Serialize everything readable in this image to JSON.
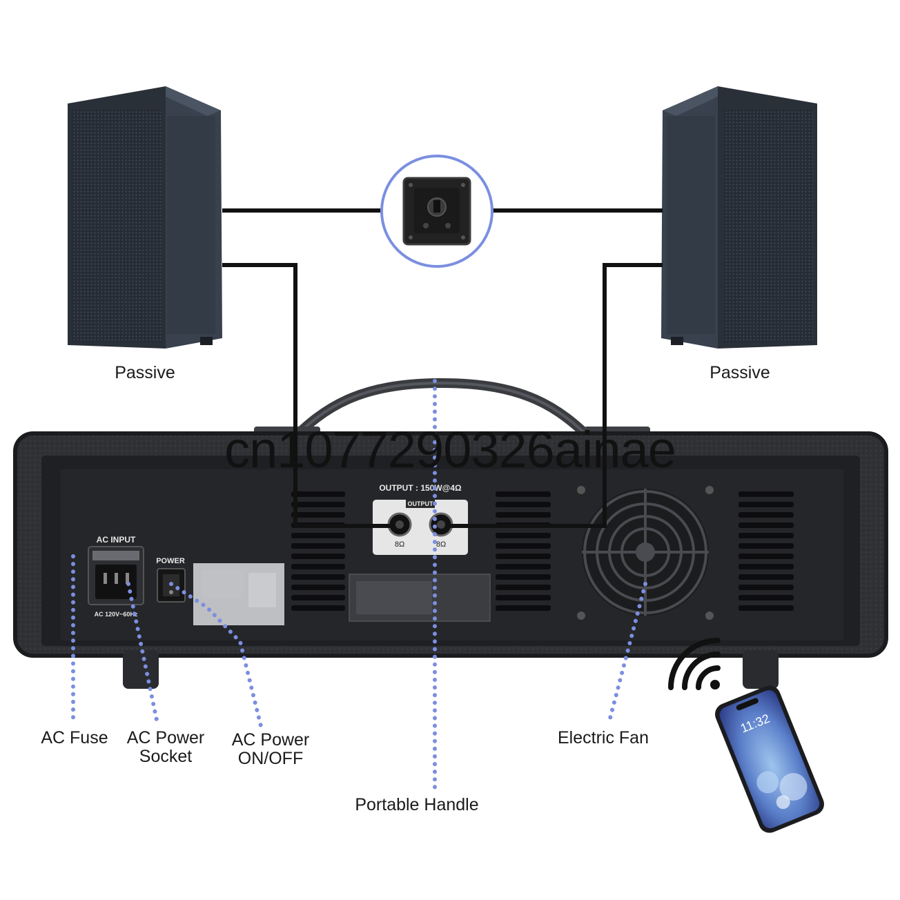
{
  "speakers": [
    {
      "label": "Passive"
    },
    {
      "label": "Passive"
    }
  ],
  "panel": {
    "ac_input": "AC INPUT",
    "ac_rating": "AC 120V~60Hz",
    "power": "POWER",
    "output_rating": "OUTPUT : 150W@4Ω",
    "output_label": "OUTPUT",
    "jack_left_ohm": "8Ω",
    "jack_right_ohm": "8Ω"
  },
  "callouts": {
    "ac_fuse": "AC Fuse",
    "ac_power_socket": [
      "AC Power",
      "Socket"
    ],
    "ac_power_switch": [
      "AC Power",
      "ON/OFF"
    ],
    "portable_handle": "Portable Handle",
    "electric_fan": "Electric Fan"
  },
  "watermark": "cn1077290326ainae",
  "phone": {
    "time": "11:32"
  },
  "colors": {
    "callout_dots": "#7b8fe0",
    "cabinet": "#2d2f33",
    "speaker": "#2c333d",
    "cable": "#111111"
  }
}
